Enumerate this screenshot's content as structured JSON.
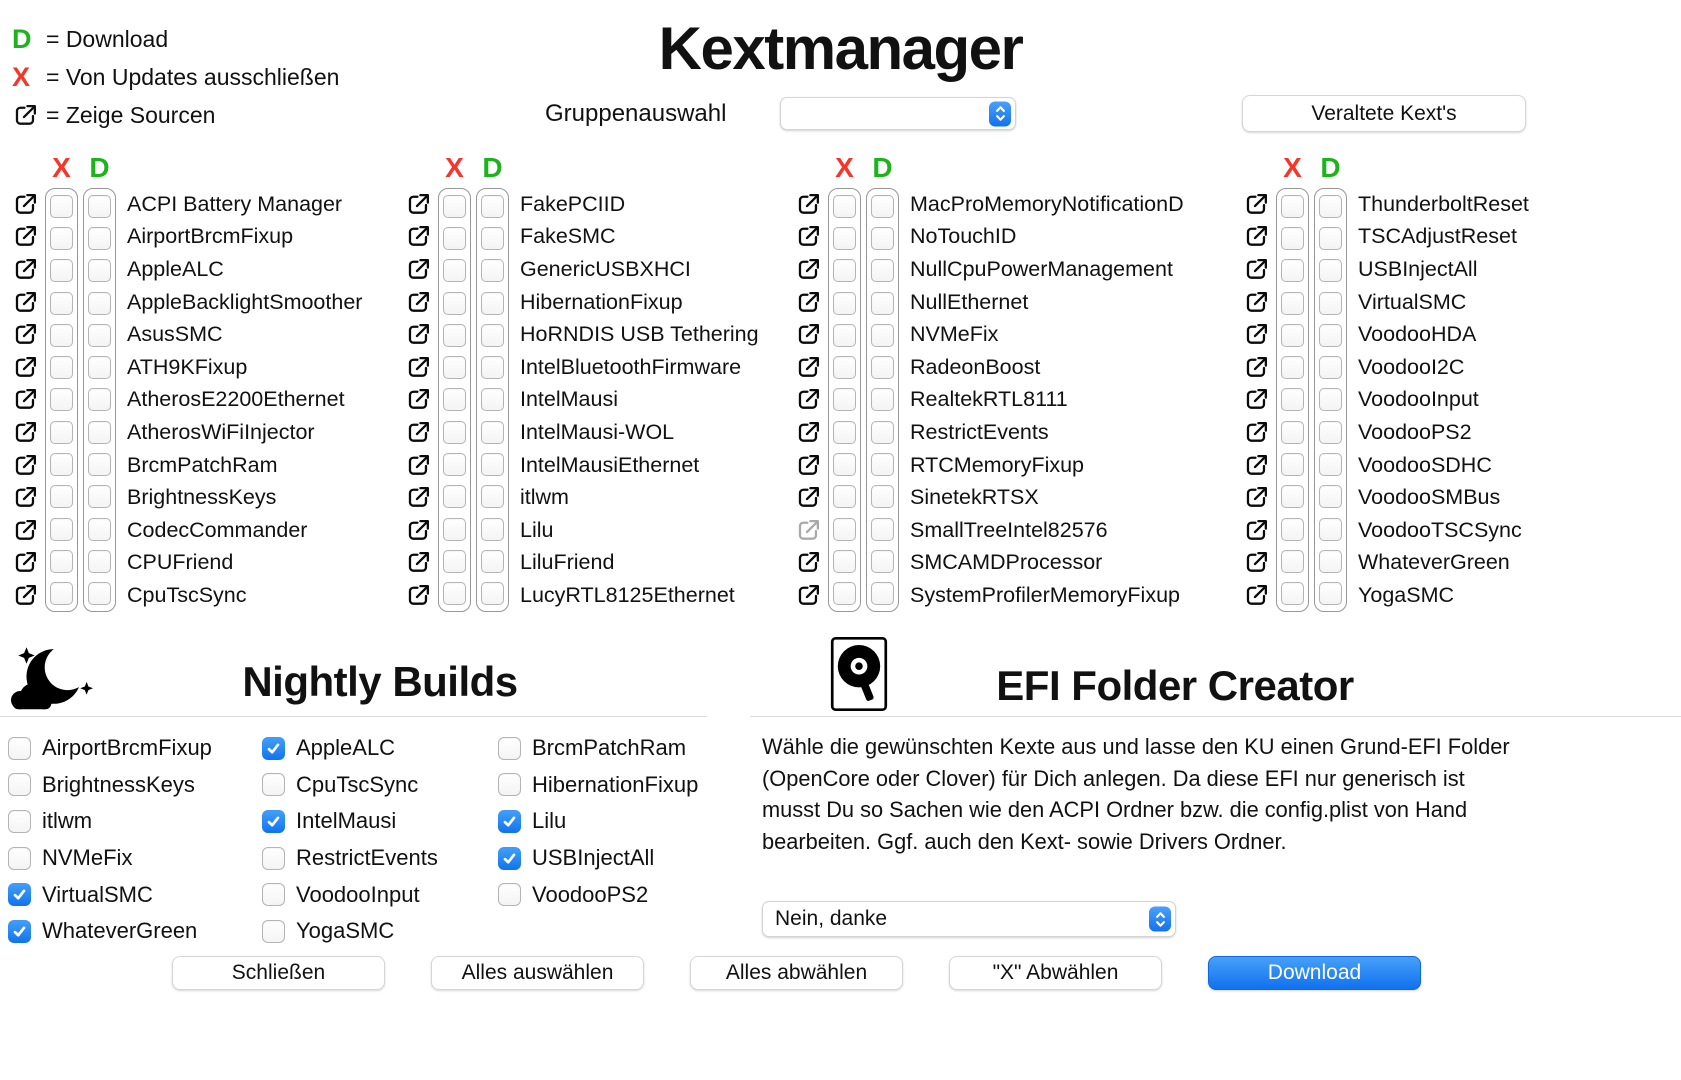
{
  "legend": {
    "d_symbol": "D",
    "d_text": "= Download",
    "x_symbol": "X",
    "x_text": "= Von Updates ausschließen",
    "share_text": "= Zeige Sourcen"
  },
  "header": {
    "title": "Kextmanager",
    "group_label": "Gruppenauswahl",
    "group_value": "",
    "outdated_button": "Veraltete Kext's"
  },
  "kext_table": {
    "col_header_x": "X",
    "col_header_d": "D",
    "dimmed_source_kext": "SmallTreeIntel82576",
    "columns": [
      [
        "ACPI Battery Manager",
        "AirportBrcmFixup",
        "AppleALC",
        "AppleBacklightSmoother",
        "AsusSMC",
        "ATH9KFixup",
        "AtherosE2200Ethernet",
        "AtherosWiFiInjector",
        "BrcmPatchRam",
        "BrightnessKeys",
        "CodecCommander",
        "CPUFriend",
        "CpuTscSync"
      ],
      [
        "FakePCIID",
        "FakeSMC",
        "GenericUSBXHCI",
        "HibernationFixup",
        "HoRNDIS USB Tethering",
        "IntelBluetoothFirmware",
        "IntelMausi",
        "IntelMausi-WOL",
        "IntelMausiEthernet",
        "itlwm",
        "Lilu",
        "LiluFriend",
        "LucyRTL8125Ethernet"
      ],
      [
        "MacProMemoryNotificationD",
        "NoTouchID",
        "NullCpuPowerManagement",
        "NullEthernet",
        "NVMeFix",
        "RadeonBoost",
        "RealtekRTL8111",
        "RestrictEvents",
        "RTCMemoryFixup",
        "SinetekRTSX",
        "SmallTreeIntel82576",
        "SMCAMDProcessor",
        "SystemProfilerMemoryFixup"
      ],
      [
        "ThunderboltReset",
        "TSCAdjustReset",
        "USBInjectAll",
        "VirtualSMC",
        "VoodooHDA",
        "VoodooI2C",
        "VoodooInput",
        "VoodooPS2",
        "VoodooSDHC",
        "VoodooSMBus",
        "VoodooTSCSync",
        "WhateverGreen",
        "YogaSMC"
      ]
    ]
  },
  "nightly": {
    "title": "Nightly Builds",
    "columns": [
      [
        {
          "label": "AirportBrcmFixup",
          "checked": false
        },
        {
          "label": "BrightnessKeys",
          "checked": false
        },
        {
          "label": "itlwm",
          "checked": false
        },
        {
          "label": "NVMeFix",
          "checked": false
        },
        {
          "label": "VirtualSMC",
          "checked": true
        },
        {
          "label": "WhateverGreen",
          "checked": true
        }
      ],
      [
        {
          "label": "AppleALC",
          "checked": true
        },
        {
          "label": "CpuTscSync",
          "checked": false
        },
        {
          "label": "IntelMausi",
          "checked": true
        },
        {
          "label": "RestrictEvents",
          "checked": false
        },
        {
          "label": "VoodooInput",
          "checked": false
        },
        {
          "label": "YogaSMC",
          "checked": false
        }
      ],
      [
        {
          "label": "BrcmPatchRam",
          "checked": false
        },
        {
          "label": "HibernationFixup",
          "checked": false
        },
        {
          "label": "Lilu",
          "checked": true
        },
        {
          "label": "USBInjectAll",
          "checked": true
        },
        {
          "label": "VoodooPS2",
          "checked": false
        }
      ]
    ]
  },
  "efi": {
    "title": "EFI Folder Creator",
    "description": "Wähle die gewünschten Kexte aus und lasse den KU einen Grund-EFI Folder (OpenCore oder Clover) für Dich anlegen. Da diese EFI nur generisch ist musst Du so Sachen wie den ACPI Ordner bzw. die config.plist von Hand bearbeiten. Ggf. auch den Kext- sowie Drivers Ordner.",
    "dropdown_value": "Nein, danke"
  },
  "footer": {
    "buttons": [
      "Schließen",
      "Alles auswählen",
      "Alles abwählen",
      "\"X\" Abwählen",
      "Download"
    ]
  },
  "colors": {
    "red": "#f5372b",
    "green": "#1db31d",
    "blue": "#1b7ff2"
  }
}
